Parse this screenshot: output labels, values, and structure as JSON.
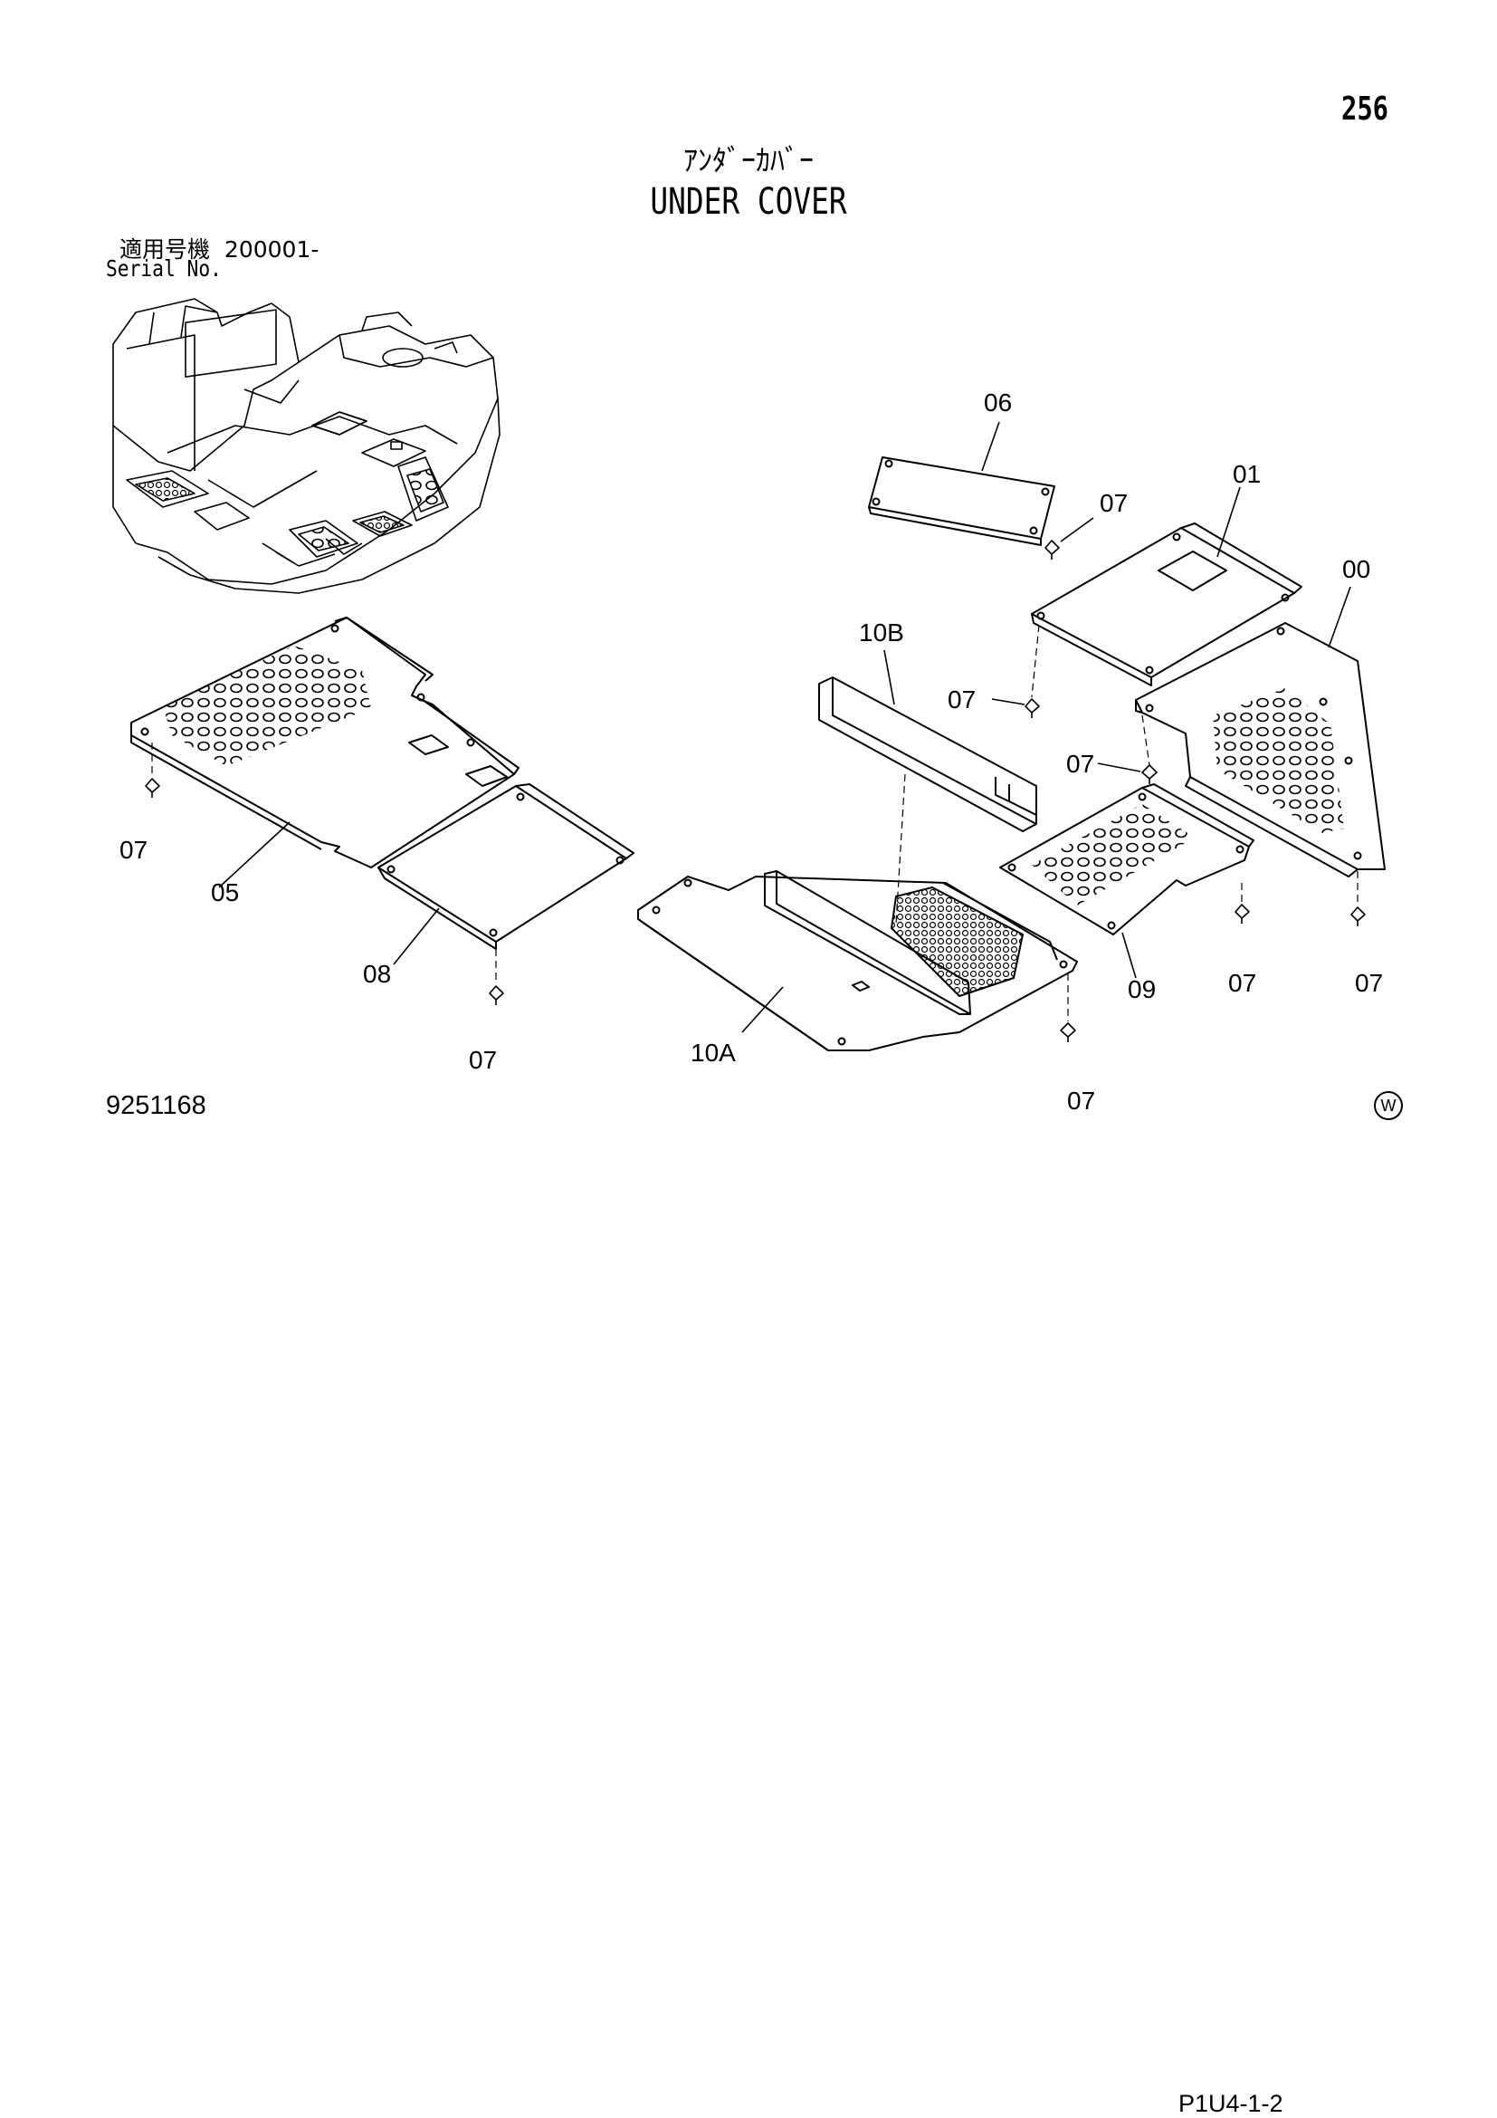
{
  "page_number": "256",
  "title_jp": "ｱﾝﾀﾞｰｶﾊﾞｰ",
  "title_en": "UNDER COVER",
  "serial": {
    "label_jp": "適用号機",
    "number": "200001-",
    "label_en": "Serial No."
  },
  "figure_number": "9251168",
  "footer_code": "P1U4-1-2",
  "watermark": "W",
  "callouts": {
    "c00": "00",
    "c01": "01",
    "c05": "05",
    "c06": "06",
    "c07": "07",
    "c08": "08",
    "c09": "09",
    "c10a": "10A",
    "c10b": "10B"
  }
}
